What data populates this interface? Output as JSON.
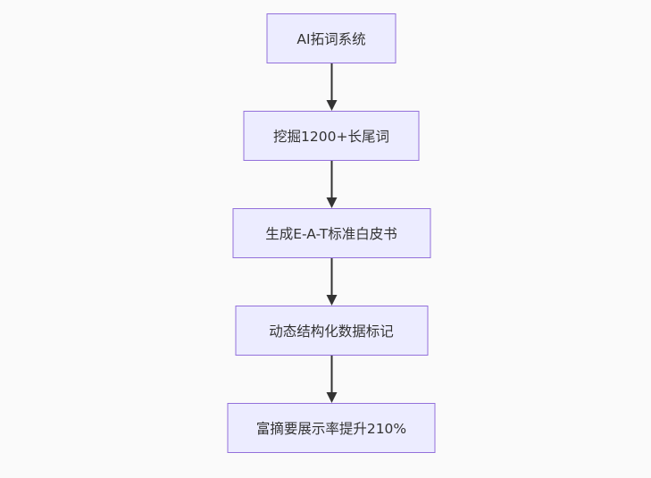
{
  "diagram": {
    "type": "flowchart",
    "direction": "top-down",
    "colors": {
      "canvas_bg": "#fafafa",
      "node_fill": "#ECECFF",
      "node_border": "#9370DB",
      "arrow_color": "#333333",
      "text_color": "#333333"
    },
    "nodes": [
      {
        "label": "AI拓词系统"
      },
      {
        "label": "挖掘1200+长尾词"
      },
      {
        "label": "生成E-A-T标准白皮书"
      },
      {
        "label": "动态结构化数据标记"
      },
      {
        "label": "富摘要展示率提升210%"
      }
    ],
    "edges": [
      {
        "from": 0,
        "to": 1
      },
      {
        "from": 1,
        "to": 2
      },
      {
        "from": 2,
        "to": 3
      },
      {
        "from": 3,
        "to": 4
      }
    ]
  }
}
